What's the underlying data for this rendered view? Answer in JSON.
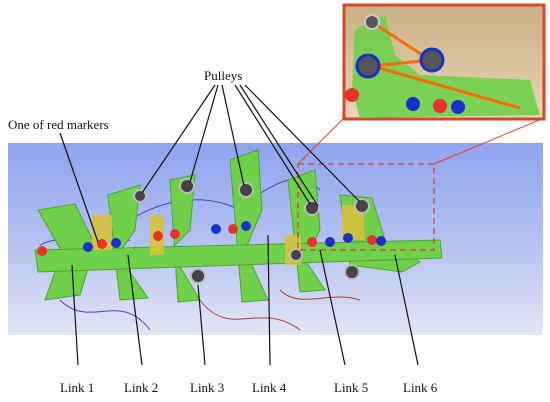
{
  "annotations": {
    "pulleys": "Pulleys",
    "red_marker": "One of red markers"
  },
  "links": [
    "Link 1",
    "Link 2",
    "Link 3",
    "Link 4",
    "Link 5",
    "Link 6"
  ],
  "colors": {
    "frame": "#2f7cc0",
    "link_body": "#6fd04a",
    "marker_red": "#e8322a",
    "marker_blue": "#1a2fd0",
    "inset_border": "#d9452a",
    "dashed_box": "#d9452a",
    "cable": "#ff6a00"
  }
}
